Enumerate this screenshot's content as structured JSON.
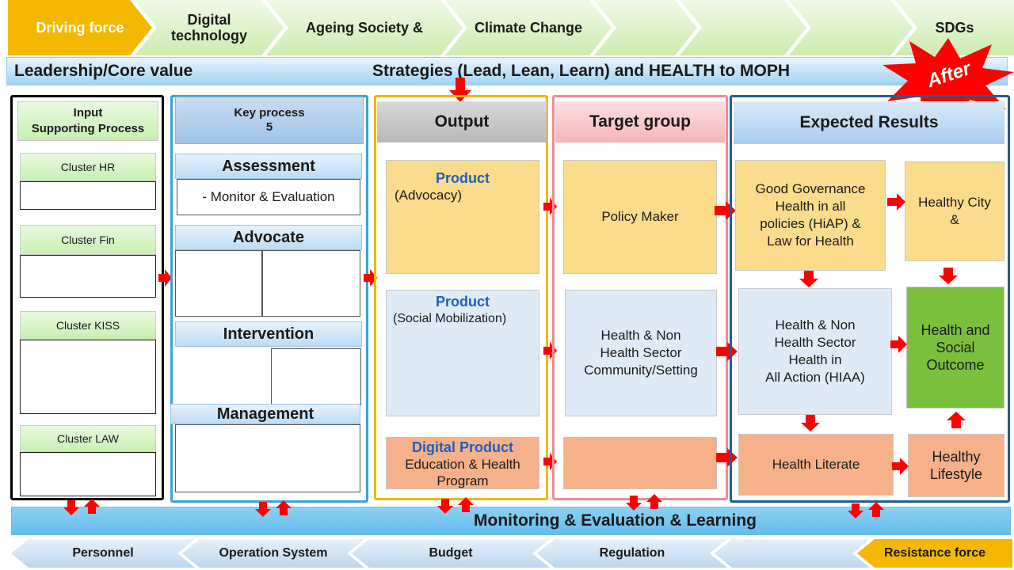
{
  "top_banner": {
    "items": [
      {
        "label": "Driving force"
      },
      {
        "label": "Digital technology"
      },
      {
        "label": "Ageing Society &"
      },
      {
        "label": "Climate Change"
      },
      {
        "label": ""
      },
      {
        "label": ""
      },
      {
        "label": ""
      },
      {
        "label": "SDGs"
      }
    ]
  },
  "strategy_bar": {
    "left": "Leadership/Core value",
    "center": "Strategies (Lead, Lean, Learn) and HEALTH to MOPH",
    "badge": "After"
  },
  "input_column": {
    "header": "Input\nSupporting Process",
    "clusters": [
      {
        "name": "Cluster HR",
        "detail": ""
      },
      {
        "name": "Cluster Fin",
        "detail": ""
      },
      {
        "name": "Cluster KISS",
        "detail": ""
      },
      {
        "name": "Cluster LAW",
        "detail": ""
      }
    ]
  },
  "key_process": {
    "header": "Key process\n5",
    "assessment": {
      "title": "Assessment",
      "text": "- Monitor & Evaluation"
    },
    "advocate": {
      "title": "Advocate",
      "left_title": "",
      "left_text": "",
      "right_title": "",
      "right_text": ""
    },
    "intervention": {
      "title": "Intervention",
      "left_text": "",
      "right_text": ""
    },
    "management": {
      "title": "Management",
      "text": ""
    }
  },
  "output": {
    "header": "Output",
    "upstream": {
      "title": "Product",
      "text": "(Advocacy)"
    },
    "downstream": {
      "title": "Product",
      "text": "(Social Mobilization)"
    },
    "digital": {
      "title": "Digital Product",
      "text": "Education & Health\nProgram"
    }
  },
  "target_group": {
    "header": "Target group",
    "items": [
      {
        "text": "Policy Maker"
      },
      {
        "text": "Health & Non\nHealth Sector\nCommunity/Setting"
      },
      {
        "text": ""
      }
    ]
  },
  "expected_results": {
    "header": "Expected Results",
    "left": [
      {
        "text": "Good Governance\nHealth in all\npolicies (HiAP) &\nLaw for Health"
      },
      {
        "text": "Health & Non\nHealth Sector\nHealth in\nAll Action (HIAA)"
      },
      {
        "text": "Health Literate"
      }
    ],
    "right": [
      {
        "text": "Healthy City\n&"
      },
      {
        "text": "Health and\nSocial\nOutcome"
      },
      {
        "text": "Healthy\nLifestyle"
      }
    ]
  },
  "monitoring_bar": {
    "label": "Monitoring & Evaluation & Learning"
  },
  "bottom_banner": {
    "items": [
      {
        "label": "Personnel"
      },
      {
        "label": "Operation System"
      },
      {
        "label": "Budget"
      },
      {
        "label": "Regulation"
      },
      {
        "label": ""
      },
      {
        "label": "Resistance force"
      }
    ]
  },
  "colors": {
    "driving": "#f5b800",
    "chevron_green": "#dff3c8",
    "blue_bar": "#8fd0f2",
    "output_header": "#c9c9c9",
    "target_header": "#f8c8c8",
    "expected_header": "#b3d4ef",
    "orange_card": "#fbdc8c",
    "peach_card": "#f6b18a",
    "blue_card": "#deebf7",
    "green_card": "#7bbf3c",
    "red": "#ff0000"
  }
}
